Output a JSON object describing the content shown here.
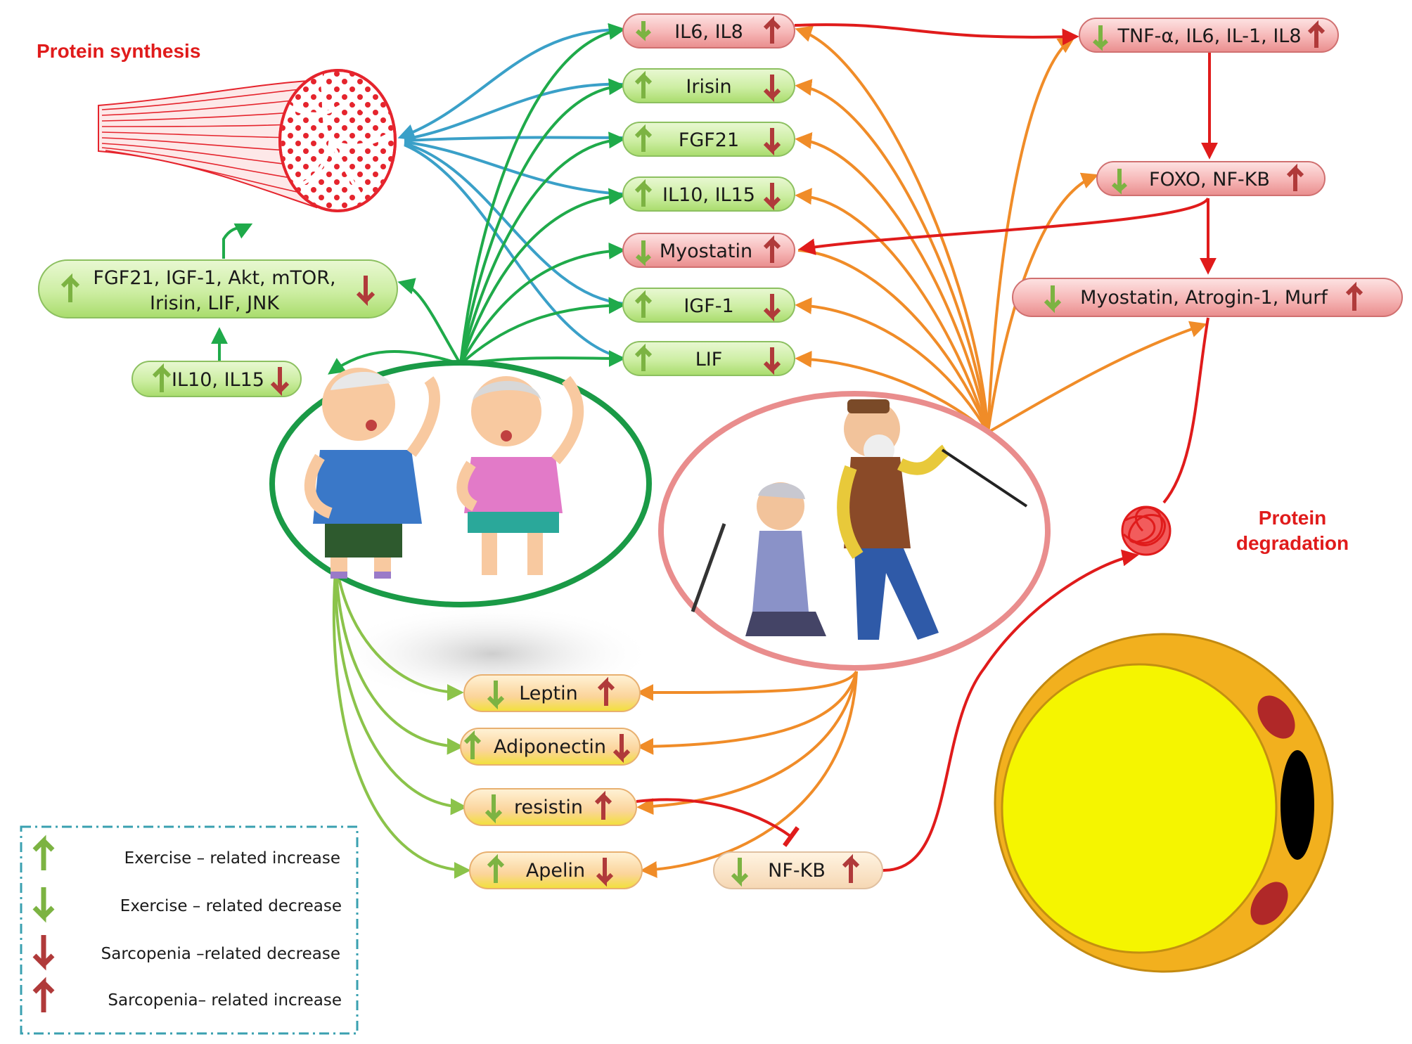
{
  "titles": {
    "protein_synthesis": "Protein synthesis",
    "protein_degradation_line1": "Protein",
    "protein_degradation_line2": "degradation"
  },
  "exercise_targets": {
    "il6_il8": "IL6, IL8",
    "irisin": "Irisin",
    "fgf21": "FGF21",
    "il10_il15": "IL10, IL15",
    "myostatin": "Myostatin",
    "igf1": "IGF-1",
    "lif": "LIF"
  },
  "left_pathway": {
    "signal_box": [
      "FGF21, IGF-1, Akt, mTOR,",
      "Irisin, LIF, JNK"
    ],
    "il10_il15": "IL10, IL15"
  },
  "degradation_pathway": {
    "cytokines": "TNF-α, IL6, IL-1, IL8",
    "foxo": "FOXO, NF-KB",
    "atrogenes": "Myostatin, Atrogin-1, Murf"
  },
  "adipokines": {
    "leptin": "Leptin",
    "adiponectin": "Adiponectin",
    "resistin": "resistin",
    "apelin": "Apelin",
    "nfkb": "NF-KB"
  },
  "legend": {
    "items": [
      {
        "text": "Exercise – related increase",
        "arrow": "up",
        "color": "#7cb342"
      },
      {
        "text": "Exercise – related decrease",
        "arrow": "down",
        "color": "#7cb342"
      },
      {
        "text": "Sarcopenia –related decrease",
        "arrow": "down",
        "color": "#b03a3a"
      },
      {
        "text": "Sarcopenia– related increase",
        "arrow": "up",
        "color": "#b03a3a"
      }
    ]
  },
  "colors": {
    "exercise_green": "#1faa4a",
    "exercise_light_green": "#8bc34a",
    "sarcopenia_orange": "#f08c28",
    "inhibition_red": "#e01b1b",
    "muscle_blue": "#3aa0c8",
    "arrow_green": "#7cb342",
    "arrow_red": "#b03a3a"
  }
}
